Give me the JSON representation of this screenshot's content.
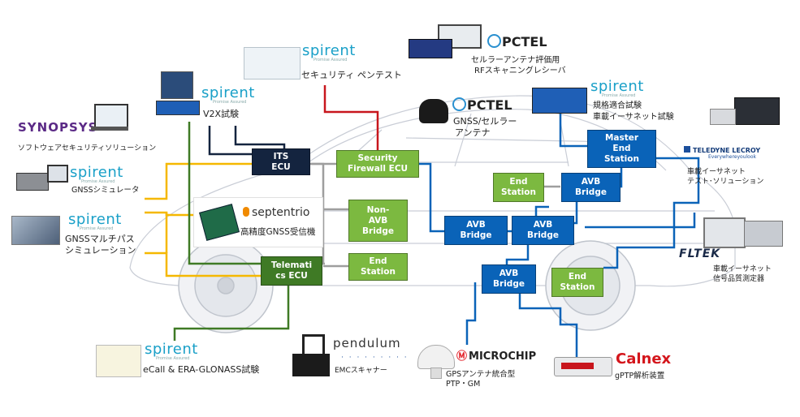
{
  "colors": {
    "green": "#7cb940",
    "dark_green": "#3f7a25",
    "blue": "#0a63b8",
    "navy": "#14243f",
    "red_line": "#c8161d",
    "yellow_line": "#f5b800",
    "grey_line": "#9e9e9e"
  },
  "brands": {
    "spirent": "spirent",
    "spirent_tagline": "Promise Assured",
    "pctel": "PCTEL",
    "synopsys": "SYNOPSYS",
    "septentrio": "septentrio",
    "pendulum": "pendulum",
    "microchip": "MICROCHIP",
    "calnex": "Calnex",
    "teledyne": "TELEDYNE LECROY",
    "teledyne_tagline": "Everywhereyoulook",
    "fltek": "FLTEK"
  },
  "labels": {
    "security_pentest": "セキュリティ ペンテスト",
    "v2x": "V2X試験",
    "pctel_rf_1": "セルラーアンテナ評価用",
    "pctel_rf_2": "RFスキャニングレシーバ",
    "gnss_cell_1": "GNSS/セルラー",
    "gnss_cell_2": "アンテナ",
    "conformance_1": "規格適合試験",
    "conformance_2": "車載イーサネット試験",
    "synopsys_sw": "ソフトウェアセキュリティソリューション",
    "gnss_sim": "GNSSシミュレータ",
    "gnss_mp_1": "GNSSマルチパス",
    "gnss_mp_2": "シミュレーション",
    "septentrio_rx": "高精度GNSS受信機",
    "teledyne_1": "車載イーサネット",
    "teledyne_2": "テスト･ソリューション",
    "fltek_1": "車載イーサネット",
    "fltek_2": "信号品質測定器",
    "ecall": "eCall & ERA-GLONASS試験",
    "emc": "EMCスキャナー",
    "gps_1": "GPSアンテナ統合型",
    "gps_2": "PTP・GM",
    "gptp": "gPTP解析装置"
  },
  "nodes": {
    "its_1": "ITS",
    "its_2": "ECU",
    "sec_1": "Security",
    "sec_2": "Firewall ECU",
    "nonavb_1": "Non-",
    "nonavb_2": "AVB",
    "nonavb_3": "Bridge",
    "endst_1": "End",
    "endst_2": "Station",
    "tele_1": "Telemati",
    "tele_2": "cs ECU",
    "avb_1": "AVB",
    "avb_2": "Bridge",
    "master_1": "Master",
    "master_2": "End",
    "master_3": "Station"
  }
}
